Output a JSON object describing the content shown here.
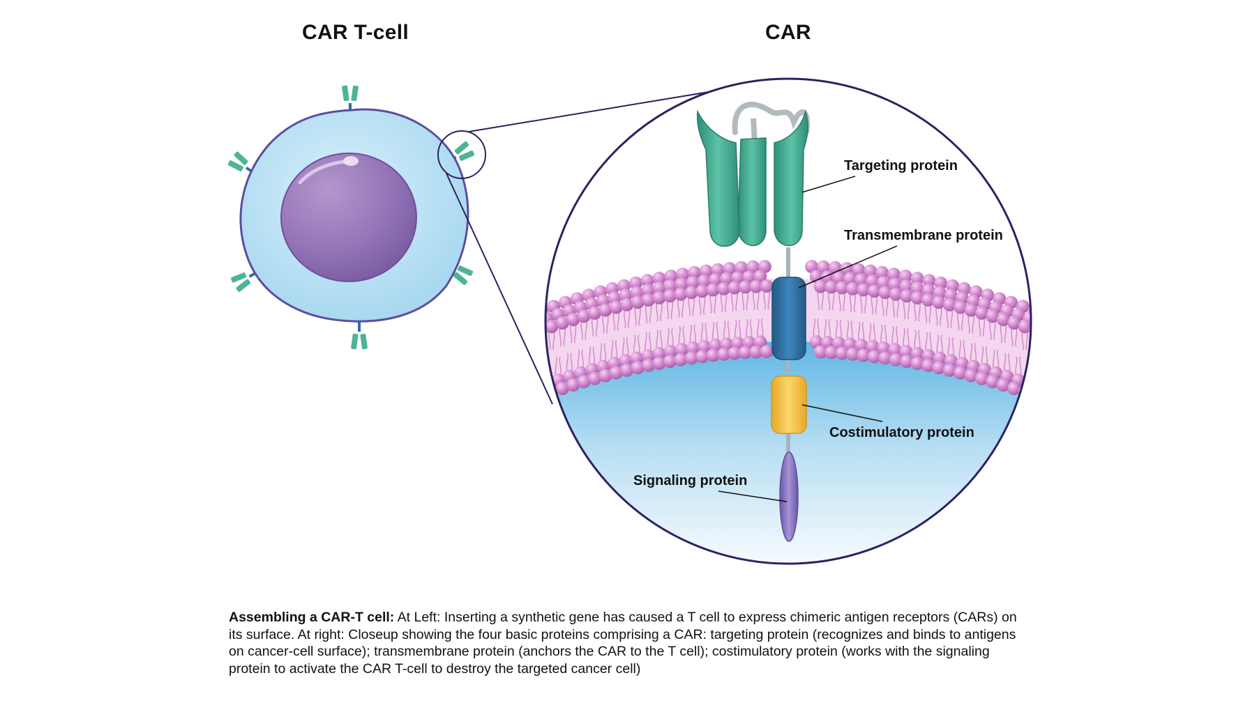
{
  "titles": {
    "left": "CAR T-cell",
    "right": "CAR"
  },
  "labels": {
    "targeting": "Targeting protein",
    "transmembrane": "Transmembrane protein",
    "costimulatory": "Costimulatory protein",
    "signaling": "Signaling protein"
  },
  "caption": {
    "lead": "Assembling a CAR-T cell:",
    "body": " At Left: Inserting a synthetic gene has caused a T cell to express chimeric antigen receptors (CARs) on its surface. At right: Closeup showing the four basic proteins comprising a CAR: targeting protein (recognizes and binds to antigens on cancer-cell surface); transmembrane protein (anchors the CAR to the T cell); costimulatory protein (works with the signaling protein to activate the CAR T-cell to destroy the targeted cancer cell)"
  },
  "colors": {
    "cell_membrane": "#6b5aa8",
    "cytoplasm": "#bfe4f5",
    "nucleus": "#9a7ab8",
    "targeting": "#3aa58c",
    "transmembrane": "#2f6e9e",
    "costimulatory": "#f2c23c",
    "signaling": "#8a78c0",
    "lipid_head": "#d58ad0",
    "outline": "#2b2260"
  }
}
